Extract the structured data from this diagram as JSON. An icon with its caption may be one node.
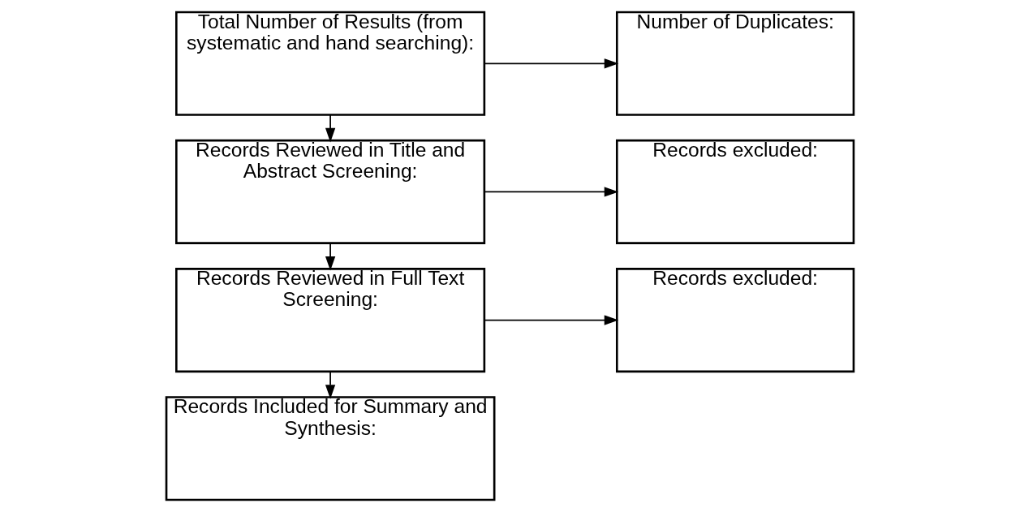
{
  "diagram": {
    "nodes": [
      {
        "text": [
          "Total Number of Results (from systematic and hand searching):"
        ]
      },
      {
        "text": [
          "Number of Duplicates:"
        ]
      },
      {
        "text": [
          "Records Reviewed in Title and Abstract Screening:"
        ]
      },
      {
        "text": [
          "Records excluded:"
        ]
      },
      {
        "text": [
          "Records Reviewed in Full Text Screening:"
        ]
      },
      {
        "text": [
          "Records excluded:"
        ]
      },
      {
        "text": [
          "Records Included for Summary and Synthesis:"
        ]
      }
    ],
    "edges": [
      {
        "from": 0,
        "to": 1,
        "arrow": "to"
      },
      {
        "from": 0,
        "to": 2,
        "arrow": "to"
      },
      {
        "from": 2,
        "to": 3,
        "arrow": "to"
      },
      {
        "from": 2,
        "to": 4,
        "arrow": "to"
      },
      {
        "from": 4,
        "to": 5,
        "arrow": "to"
      },
      {
        "from": 4,
        "to": 6,
        "arrow": "to"
      }
    ]
  }
}
